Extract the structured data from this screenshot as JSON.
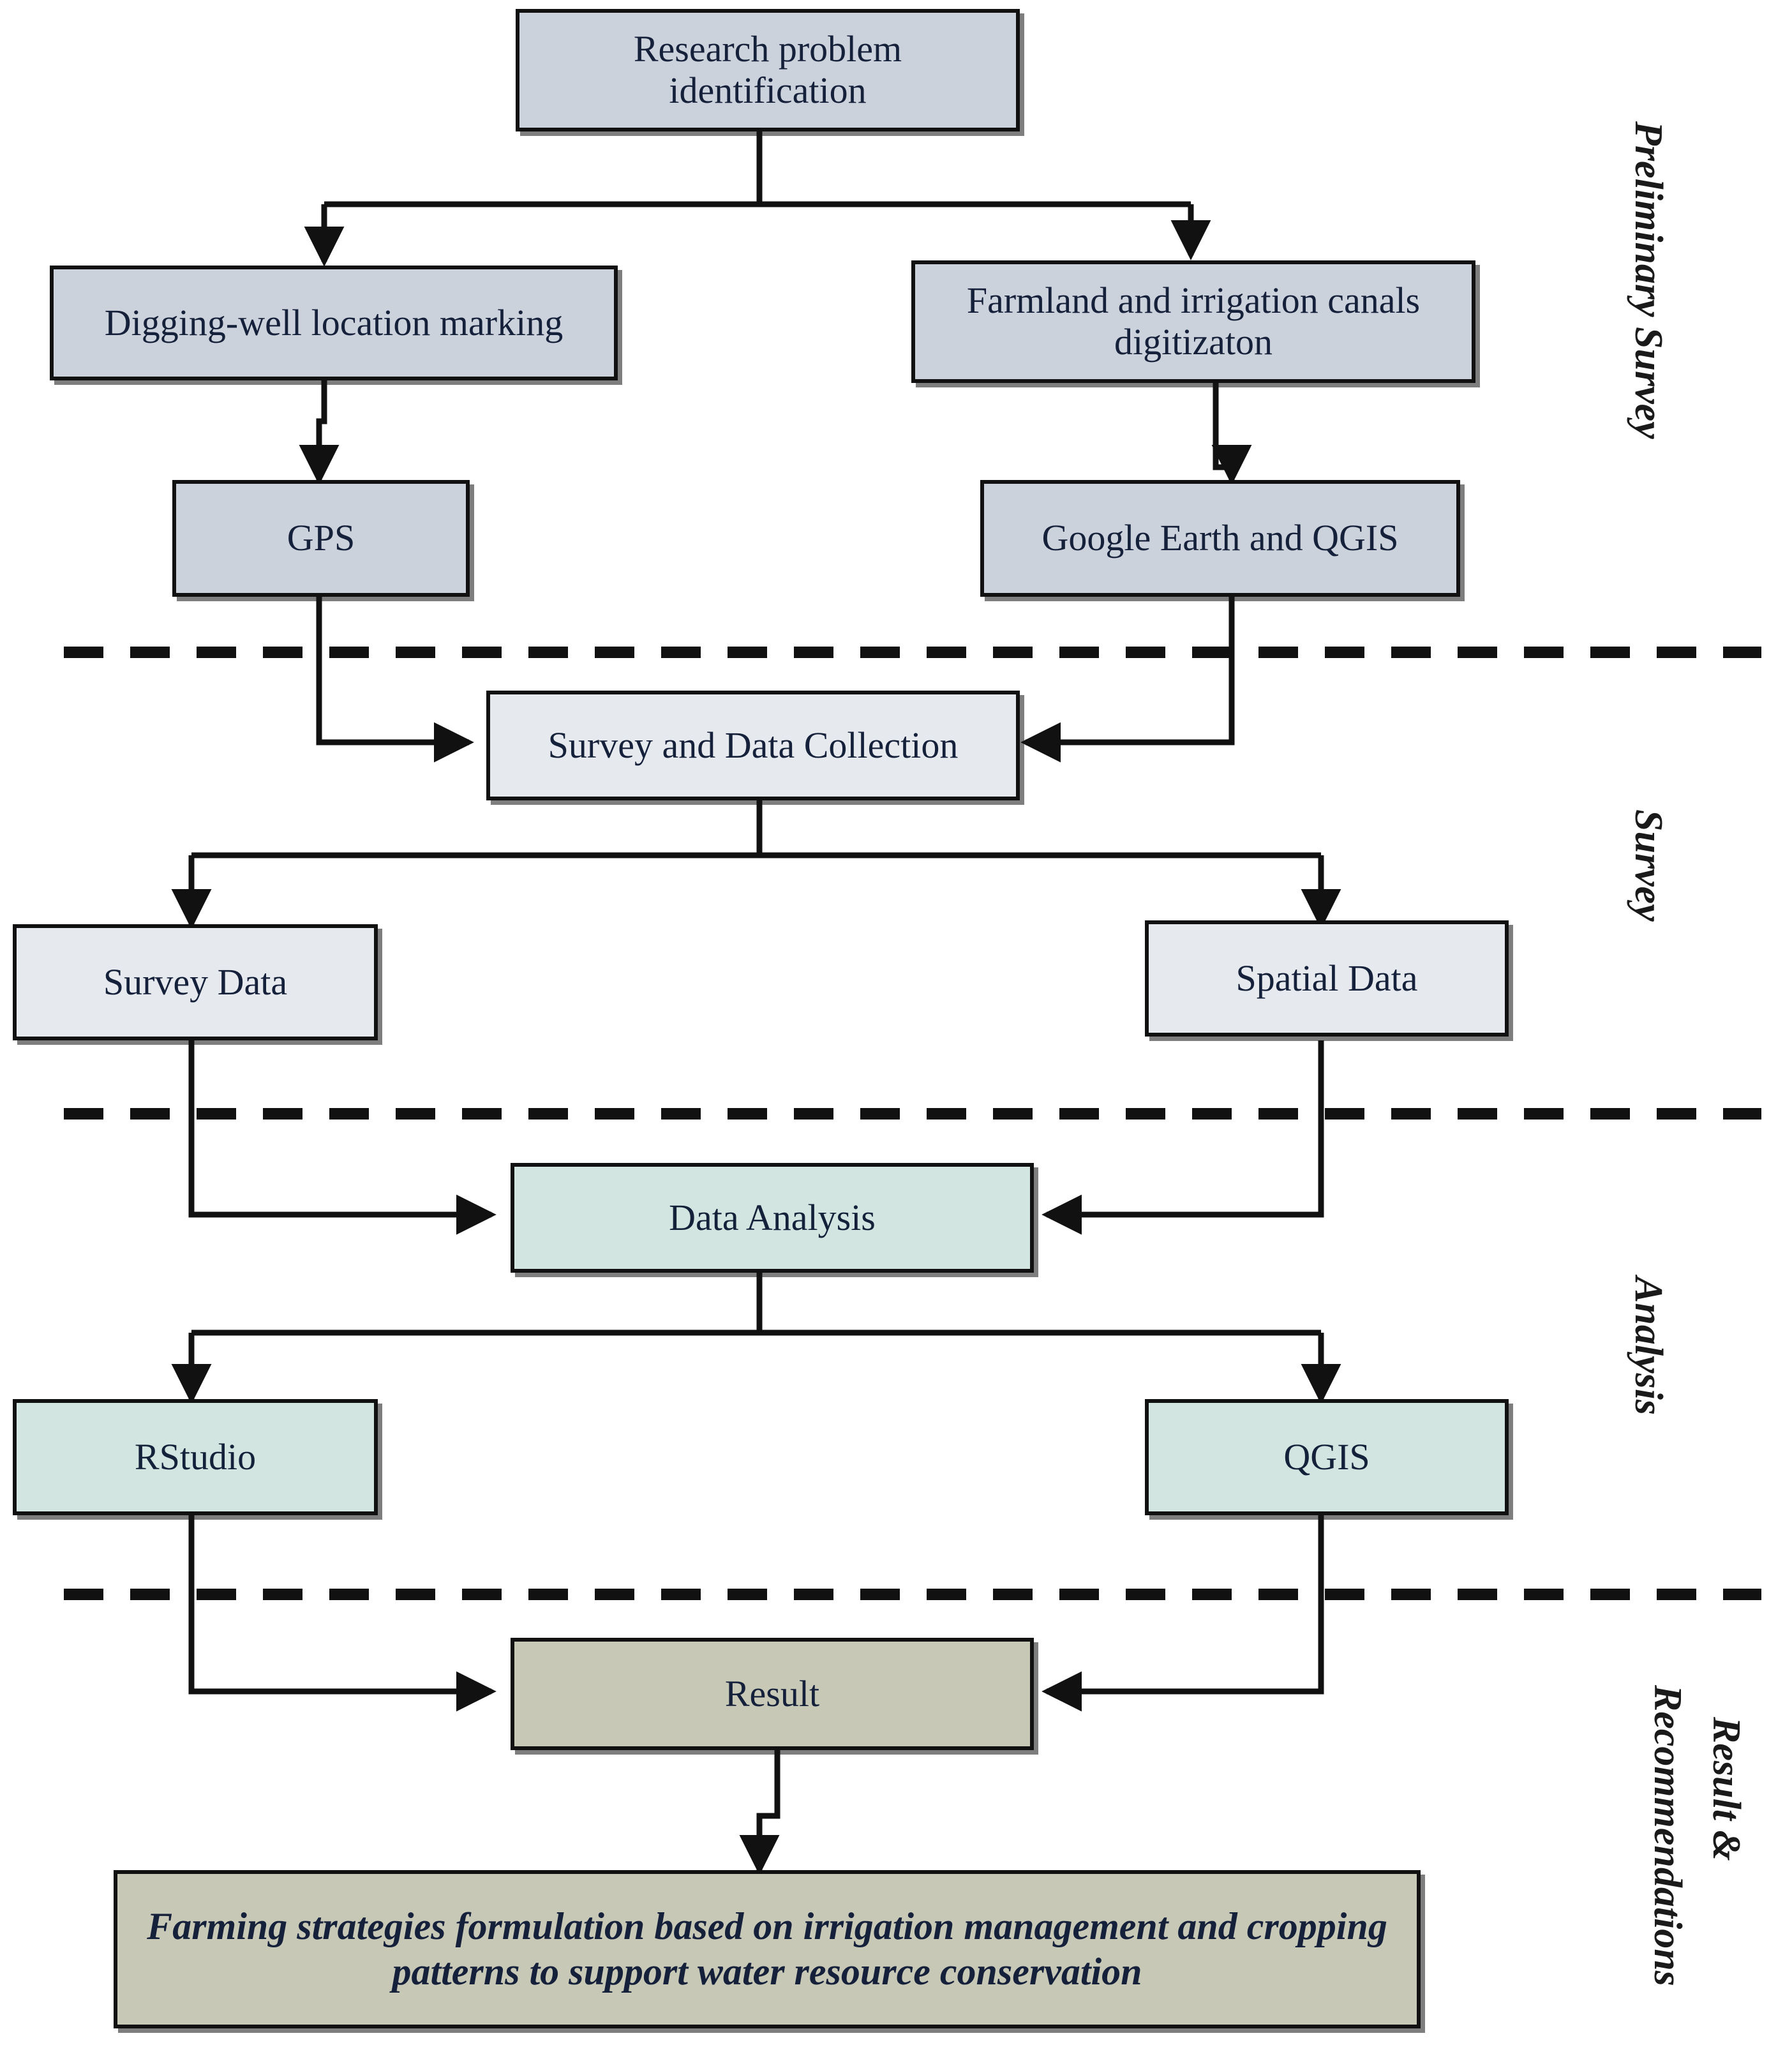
{
  "diagram": {
    "title": "Research methodology flowchart",
    "type": "flowchart",
    "palette": {
      "stage_blue": "#ccd2dc",
      "stage_pale": "#e6eaee",
      "stage_mint": "#d2e5e1",
      "stage_khaki": "#c8c8b6",
      "stroke": "#111111",
      "text": "#15203a"
    },
    "phases": [
      {
        "id": "phase-preliminary-survey",
        "label": "Preliminary Survey"
      },
      {
        "id": "phase-survey",
        "label": "Survey"
      },
      {
        "id": "phase-analysis",
        "label": "Analysis"
      },
      {
        "id": "phase-result-recommendations",
        "label_line1": "Result &",
        "label_line2": "Recommendations"
      }
    ],
    "nodes": [
      {
        "id": "research-problem-identification",
        "label": "Research problem identification",
        "fill": "#ccd2dc"
      },
      {
        "id": "digging-well-location-marking",
        "label": "Digging-well location marking",
        "fill": "#ccd2dc"
      },
      {
        "id": "farmland-irrigation-canals-digitizaton",
        "label": "Farmland and irrigation canals digitizaton",
        "fill": "#ccd2dc"
      },
      {
        "id": "gps",
        "label": "GPS",
        "fill": "#ccd2dc"
      },
      {
        "id": "google-earth-and-qgis",
        "label": "Google Earth and QGIS",
        "fill": "#ccd2dc"
      },
      {
        "id": "survey-and-data-collection",
        "label": "Survey and Data Collection",
        "fill": "#e6eaee"
      },
      {
        "id": "survey-data",
        "label": "Survey Data",
        "fill": "#e6eaee"
      },
      {
        "id": "spatial-data",
        "label": "Spatial Data",
        "fill": "#e6eaee"
      },
      {
        "id": "data-analysis",
        "label": "Data Analysis",
        "fill": "#d2e5e1"
      },
      {
        "id": "rstudio",
        "label": "RStudio",
        "fill": "#d2e5e1"
      },
      {
        "id": "qgis",
        "label": "QGIS",
        "fill": "#d2e5e1"
      },
      {
        "id": "result",
        "label": "Result",
        "fill": "#c8c8b6"
      },
      {
        "id": "farming-strategies-formulation",
        "label": "Farming strategies formulation based on irrigation management and cropping patterns to support water resource conservation",
        "fill": "#c8c8b6"
      }
    ],
    "edges": [
      {
        "from": "research-problem-identification",
        "to": "digging-well-location-marking"
      },
      {
        "from": "research-problem-identification",
        "to": "farmland-irrigation-canals-digitizaton"
      },
      {
        "from": "digging-well-location-marking",
        "to": "gps"
      },
      {
        "from": "farmland-irrigation-canals-digitizaton",
        "to": "google-earth-and-qgis"
      },
      {
        "from": "gps",
        "to": "survey-and-data-collection"
      },
      {
        "from": "google-earth-and-qgis",
        "to": "survey-and-data-collection"
      },
      {
        "from": "survey-and-data-collection",
        "to": "survey-data"
      },
      {
        "from": "survey-and-data-collection",
        "to": "spatial-data"
      },
      {
        "from": "survey-data",
        "to": "data-analysis"
      },
      {
        "from": "spatial-data",
        "to": "data-analysis"
      },
      {
        "from": "data-analysis",
        "to": "rstudio"
      },
      {
        "from": "data-analysis",
        "to": "qgis"
      },
      {
        "from": "rstudio",
        "to": "result"
      },
      {
        "from": "qgis",
        "to": "result"
      },
      {
        "from": "result",
        "to": "farming-strategies-formulation"
      }
    ],
    "dividers": [
      {
        "id": "divider-preliminary-survey-survey"
      },
      {
        "id": "divider-survey-analysis"
      },
      {
        "id": "divider-analysis-result"
      }
    ]
  }
}
